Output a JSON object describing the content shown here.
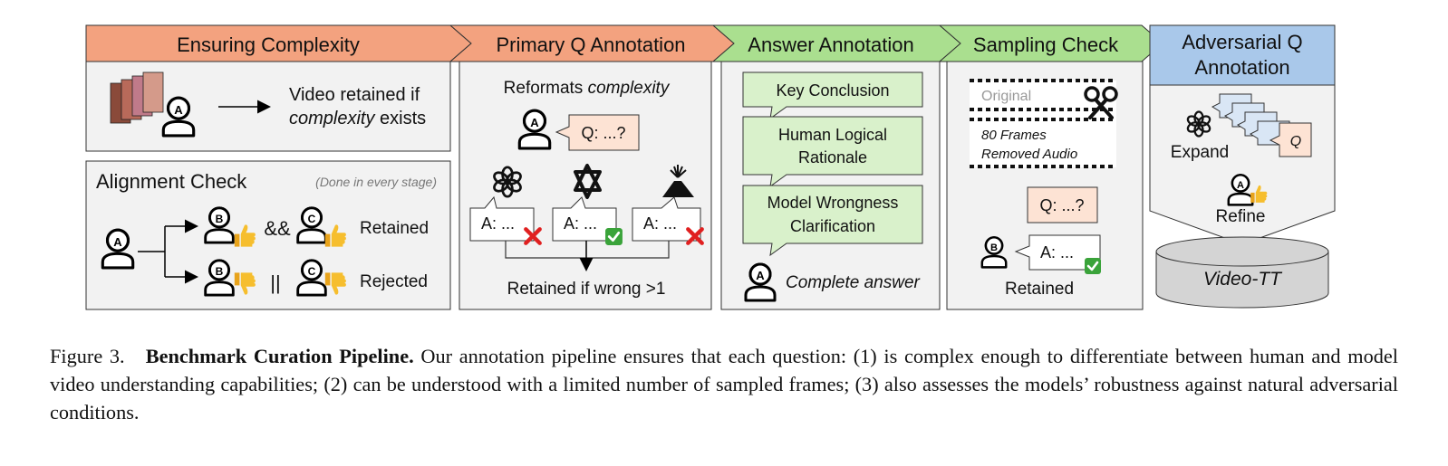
{
  "stages": [
    {
      "title": "Ensuring Complexity",
      "color": "#f3a27f"
    },
    {
      "title": "Primary Q Annotation",
      "color": "#f3a27f"
    },
    {
      "title": "Answer Annotation",
      "color": "#aadf8f"
    },
    {
      "title": "Sampling Check",
      "color": "#aadf8f"
    },
    {
      "title_line1": "Adversarial Q",
      "title_line2": "Annotation",
      "color": "#a9c8ea"
    }
  ],
  "ensuring": {
    "text_line1": "Video retained if",
    "text_italic": "complexity",
    "text_rest": " exists"
  },
  "alignment": {
    "title": "Alignment Check",
    "note": "(Done in every stage)",
    "and_op": "&&",
    "or_op": "||",
    "retained": "Retained",
    "rejected": "Rejected"
  },
  "primary": {
    "reformats_prefix": "Reformats ",
    "reformats_italic": "complexity",
    "question": "Q: ...?",
    "answers": [
      "A: ...",
      "A: ...",
      "A: ..."
    ],
    "rule": "Retained if wrong >1"
  },
  "answer": {
    "boxes": [
      {
        "line1": "Key Conclusion"
      },
      {
        "line1": "Human Logical",
        "line2": "Rationale"
      },
      {
        "line1": "Model Wrongness",
        "line2": "Clarification"
      }
    ],
    "complete": "Complete answer"
  },
  "sampling": {
    "original": "Original",
    "frames": "80 Frames",
    "audio": "Removed Audio",
    "question": "Q: ...?",
    "answer": "A: ...",
    "retained": "Retained"
  },
  "adversarial": {
    "q": "Q",
    "expand": "Expand",
    "refine": "Refine",
    "dataset": "Video-TT"
  },
  "labels": {
    "a": "A",
    "b": "B",
    "c": "C"
  },
  "caption": {
    "fig_label": "Figure 3.",
    "title": "Benchmark Curation Pipeline.",
    "text": "Our annotation pipeline ensures that each question: (1) is complex enough to differentiate between human and model video understanding capabilities; (2) can be understood with a limited number of sampled frames; (3) also assesses the models’ robustness against natural adversarial conditions."
  }
}
